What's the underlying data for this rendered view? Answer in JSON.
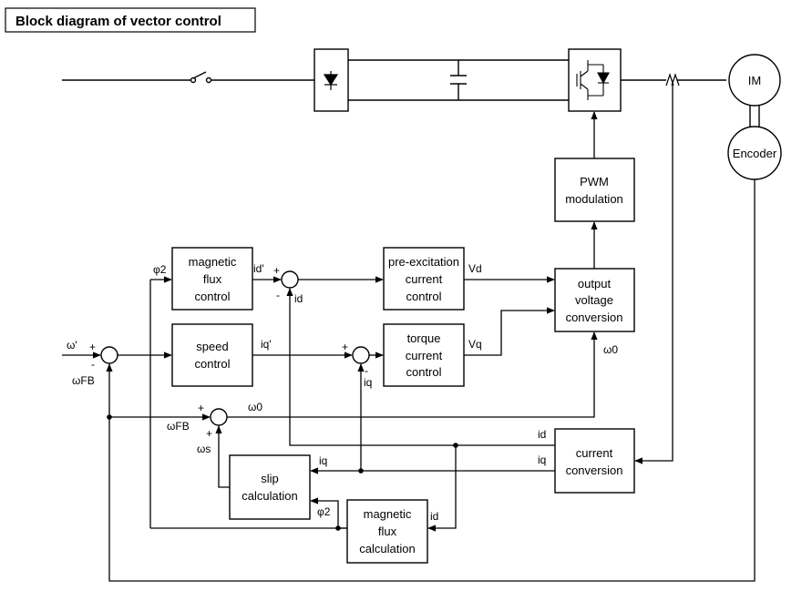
{
  "title": "Block diagram of vector control",
  "blocks": {
    "motor": "IM",
    "encoder": "Encoder",
    "pwm": [
      "PWM",
      "modulation"
    ],
    "magnetic_flux_control": [
      "magnetic",
      "flux",
      "control"
    ],
    "pre_excitation": [
      "pre-excitation",
      "current",
      "control"
    ],
    "output_voltage": [
      "output",
      "voltage",
      "conversion"
    ],
    "speed_control": [
      "speed",
      "control"
    ],
    "torque_current": [
      "torque",
      "current",
      "control"
    ],
    "current_conversion": [
      "current",
      "conversion"
    ],
    "slip_calculation": [
      "slip",
      "calculation"
    ],
    "magnetic_flux_calculation": [
      "magnetic",
      "flux",
      "calculation"
    ]
  },
  "signals": {
    "phi2_top": "φ2",
    "id_ref": "id'",
    "iq_ref": "iq'",
    "id": "id",
    "iq": "iq",
    "Vd": "Vd",
    "Vq": "Vq",
    "omega_ref": "ω'",
    "omega_fb": "ωFB",
    "omega0": "ω0",
    "omega_s": "ωs",
    "phi2_slip": "φ2",
    "plus": "+",
    "minus": "-"
  }
}
